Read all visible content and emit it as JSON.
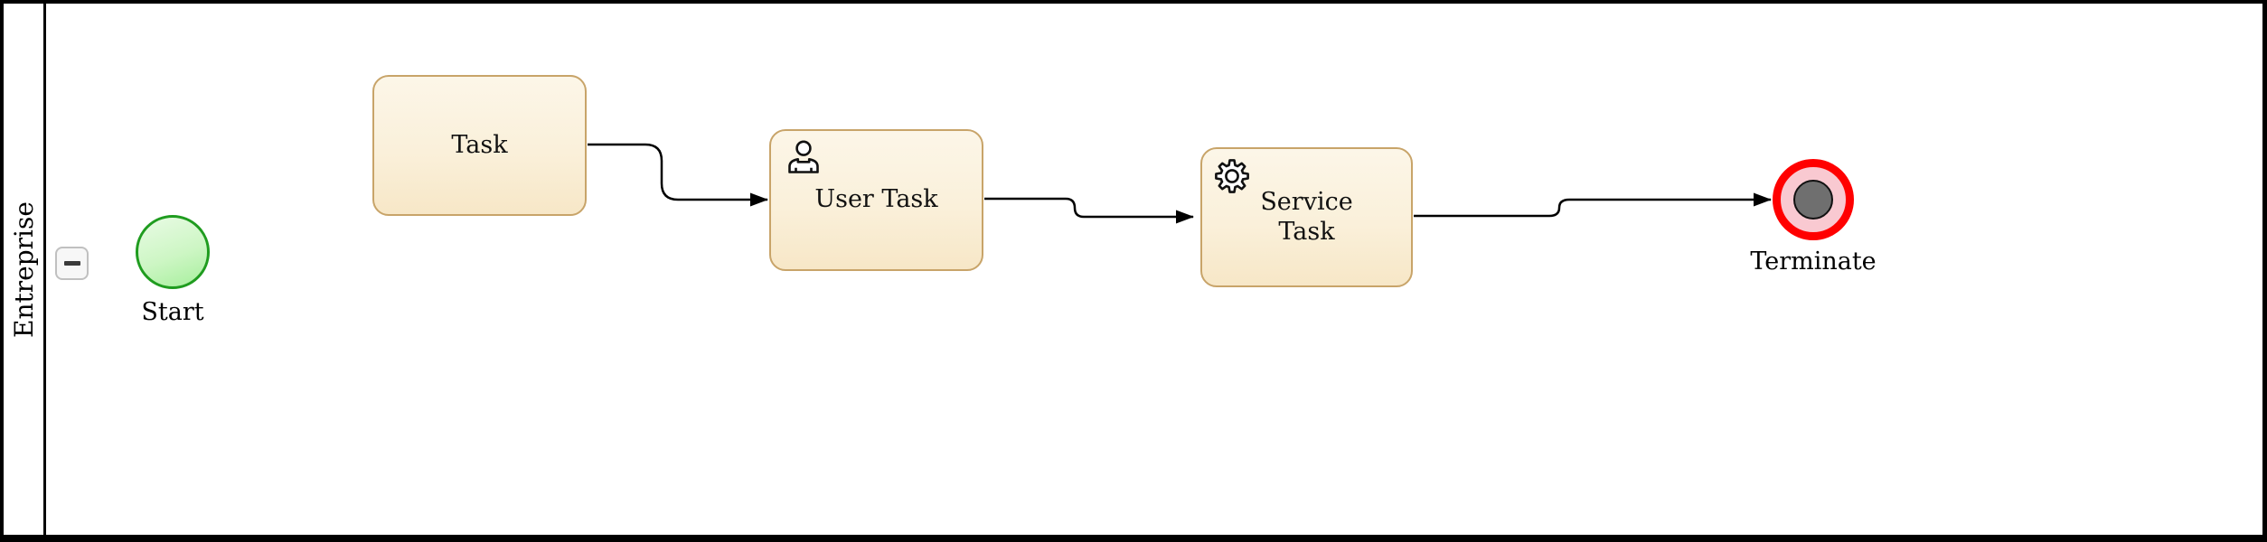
{
  "pool": {
    "label": "Entreprise",
    "collapse_button": "−"
  },
  "nodes": {
    "start_event": {
      "label": "Start",
      "icon": "start-circle"
    },
    "task": {
      "label": "Task"
    },
    "user_task": {
      "label": "User Task",
      "icon": "user-icon"
    },
    "service_task": {
      "label": "Service Task",
      "icon": "gear-icon"
    },
    "terminate_event": {
      "label": "Terminate",
      "icon": "terminate-circle"
    }
  },
  "flows": [
    {
      "from": "Task",
      "to": "User Task"
    },
    {
      "from": "User Task",
      "to": "Service Task"
    },
    {
      "from": "Service Task",
      "to": "Terminate"
    }
  ],
  "colors": {
    "task_border": "#C8A469",
    "task_fill_top": "#FCF6E8",
    "task_fill_bottom": "#F7E7C7",
    "start_border": "#1F9C1F",
    "start_fill_top": "#E9FBE5",
    "start_fill_bottom": "#A6EF9C",
    "terminate_ring": "#FF0000",
    "terminate_fill": "#F9C9D1",
    "terminate_core": "#6F6F6F",
    "flow_line": "#000000",
    "lane_border": "#000000"
  }
}
